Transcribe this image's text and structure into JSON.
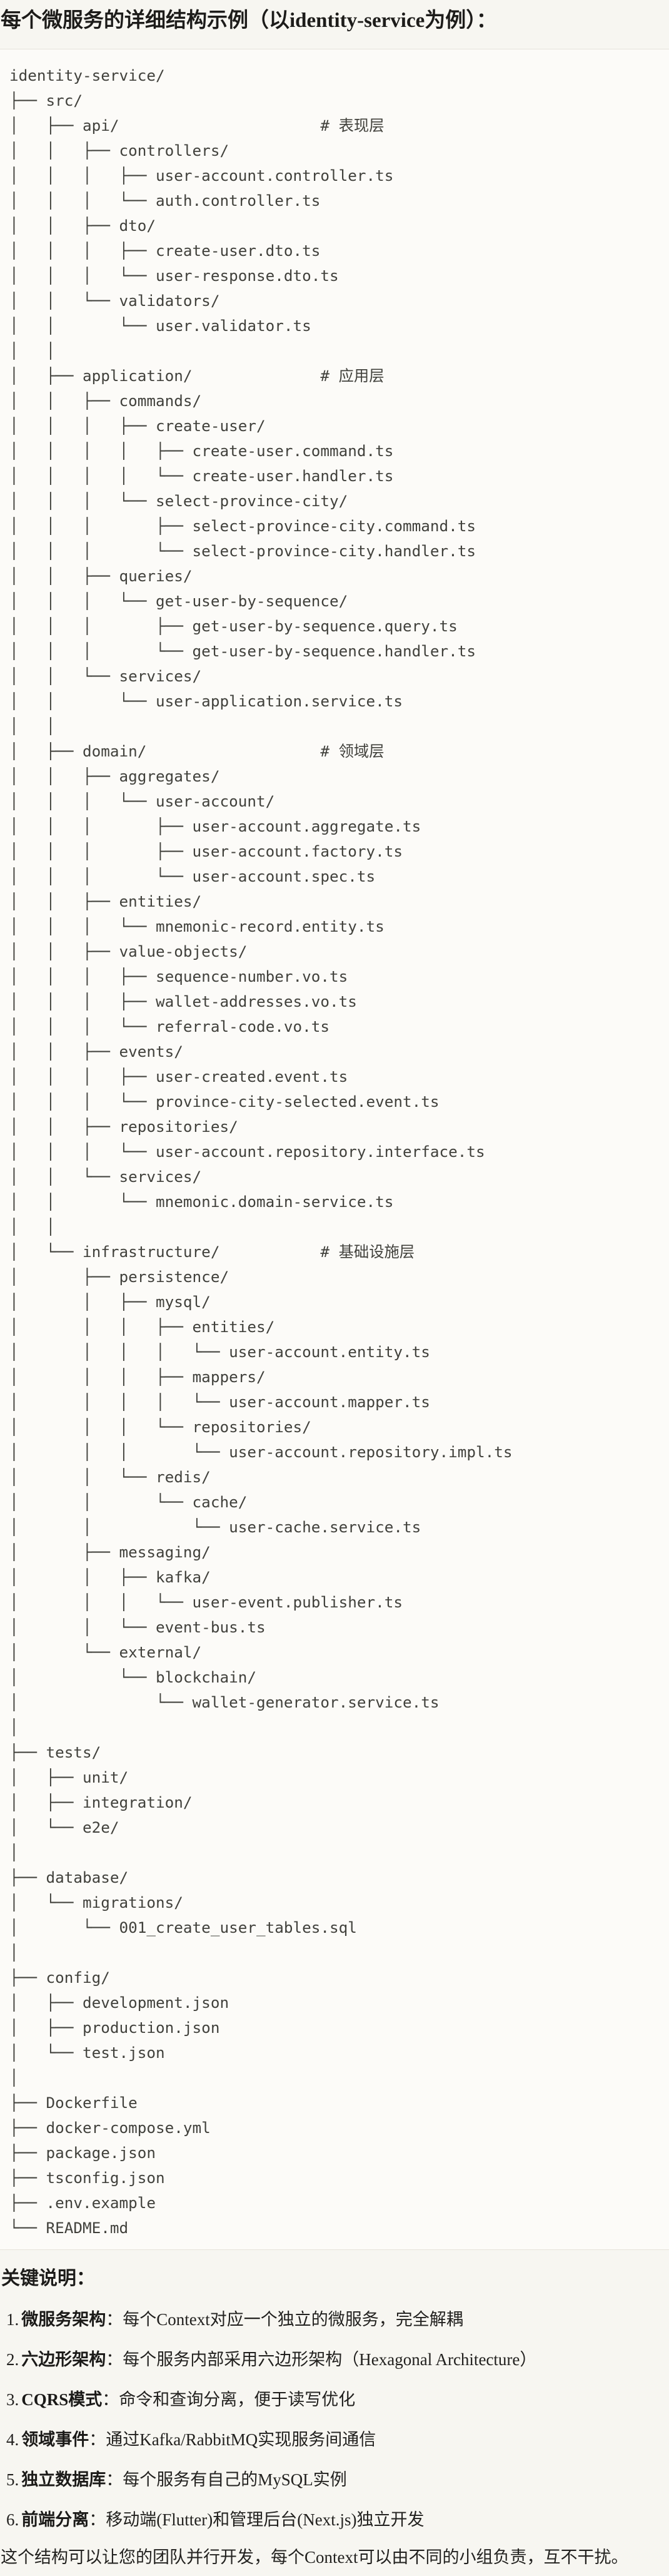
{
  "page": {
    "title": "每个微服务的详细结构示例（以identity-service为例）："
  },
  "code_block": {
    "content_type": "directory-tree",
    "root": "identity-service/",
    "layer_comments": [
      "# 表现层",
      "# 应用层",
      "# 领域层",
      "# 基础设施层"
    ],
    "lines": [
      "identity-service/",
      "├── src/",
      "│   ├── api/                      # 表现层",
      "│   │   ├── controllers/",
      "│   │   │   ├── user-account.controller.ts",
      "│   │   │   └── auth.controller.ts",
      "│   │   ├── dto/",
      "│   │   │   ├── create-user.dto.ts",
      "│   │   │   └── user-response.dto.ts",
      "│   │   └── validators/",
      "│   │       └── user.validator.ts",
      "│   │",
      "│   ├── application/              # 应用层",
      "│   │   ├── commands/",
      "│   │   │   ├── create-user/",
      "│   │   │   │   ├── create-user.command.ts",
      "│   │   │   │   └── create-user.handler.ts",
      "│   │   │   └── select-province-city/",
      "│   │   │       ├── select-province-city.command.ts",
      "│   │   │       └── select-province-city.handler.ts",
      "│   │   ├── queries/",
      "│   │   │   └── get-user-by-sequence/",
      "│   │   │       ├── get-user-by-sequence.query.ts",
      "│   │   │       └── get-user-by-sequence.handler.ts",
      "│   │   └── services/",
      "│   │       └── user-application.service.ts",
      "│   │",
      "│   ├── domain/                   # 领域层",
      "│   │   ├── aggregates/",
      "│   │   │   └── user-account/",
      "│   │   │       ├── user-account.aggregate.ts",
      "│   │   │       ├── user-account.factory.ts",
      "│   │   │       └── user-account.spec.ts",
      "│   │   ├── entities/",
      "│   │   │   └── mnemonic-record.entity.ts",
      "│   │   ├── value-objects/",
      "│   │   │   ├── sequence-number.vo.ts",
      "│   │   │   ├── wallet-addresses.vo.ts",
      "│   │   │   └── referral-code.vo.ts",
      "│   │   ├── events/",
      "│   │   │   ├── user-created.event.ts",
      "│   │   │   └── province-city-selected.event.ts",
      "│   │   ├── repositories/",
      "│   │   │   └── user-account.repository.interface.ts",
      "│   │   └── services/",
      "│   │       └── mnemonic.domain-service.ts",
      "│   │",
      "│   └── infrastructure/           # 基础设施层",
      "│       ├── persistence/",
      "│       │   ├── mysql/",
      "│       │   │   ├── entities/",
      "│       │   │   │   └── user-account.entity.ts",
      "│       │   │   ├── mappers/",
      "│       │   │   │   └── user-account.mapper.ts",
      "│       │   │   └── repositories/",
      "│       │   │       └── user-account.repository.impl.ts",
      "│       │   └── redis/",
      "│       │       └── cache/",
      "│       │           └── user-cache.service.ts",
      "│       ├── messaging/",
      "│       │   ├── kafka/",
      "│       │   │   └── user-event.publisher.ts",
      "│       │   └── event-bus.ts",
      "│       └── external/",
      "│           └── blockchain/",
      "│               └── wallet-generator.service.ts",
      "│",
      "├── tests/",
      "│   ├── unit/",
      "│   ├── integration/",
      "│   └── e2e/",
      "│",
      "├── database/",
      "│   └── migrations/",
      "│       └── 001_create_user_tables.sql",
      "│",
      "├── config/",
      "│   ├── development.json",
      "│   ├── production.json",
      "│   └── test.json",
      "│",
      "├── Dockerfile",
      "├── docker-compose.yml",
      "├── package.json",
      "├── tsconfig.json",
      "├── .env.example",
      "└── README.md"
    ]
  },
  "notes": {
    "heading": "关键说明：",
    "items": [
      {
        "num": "1.",
        "label": "微服务架构",
        "text": "：每个Context对应一个独立的微服务，完全解耦"
      },
      {
        "num": "2.",
        "label": "六边形架构",
        "text": "：每个服务内部采用六边形架构（Hexagonal Architecture）"
      },
      {
        "num": "3.",
        "label": "CQRS模式",
        "text": "：命令和查询分离，便于读写优化"
      },
      {
        "num": "4.",
        "label": "领域事件",
        "text": "：通过Kafka/RabbitMQ实现服务间通信"
      },
      {
        "num": "5.",
        "label": "独立数据库",
        "text": "：每个服务有自己的MySQL实例"
      },
      {
        "num": "6.",
        "label": "前端分离",
        "text": "：移动端(Flutter)和管理后台(Next.js)独立开发"
      }
    ],
    "footer": "这个结构可以让您的团队并行开发，每个Context可以由不同的小组负责，互不干扰。"
  }
}
